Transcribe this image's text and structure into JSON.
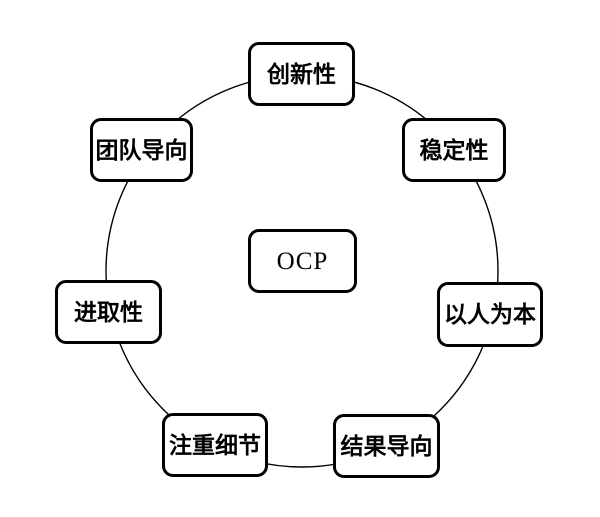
{
  "diagram": {
    "center": {
      "label": "OCP"
    },
    "nodes": [
      {
        "id": "innovation",
        "label": "创新性",
        "position": "top"
      },
      {
        "id": "stability",
        "label": "稳定性",
        "position": "top-right"
      },
      {
        "id": "people-oriented",
        "label": "以人为本",
        "position": "right"
      },
      {
        "id": "outcome-oriented",
        "label": "结果导向",
        "position": "bottom-right"
      },
      {
        "id": "attention-to-detail",
        "label": "注重细节",
        "position": "bottom-left"
      },
      {
        "id": "aggressiveness",
        "label": "进取性",
        "position": "left"
      },
      {
        "id": "team-oriented",
        "label": "团队导向",
        "position": "top-left"
      }
    ],
    "colors": {
      "stroke": "#000000",
      "node_fill": "#ffffff",
      "background": "#ffffff"
    }
  }
}
